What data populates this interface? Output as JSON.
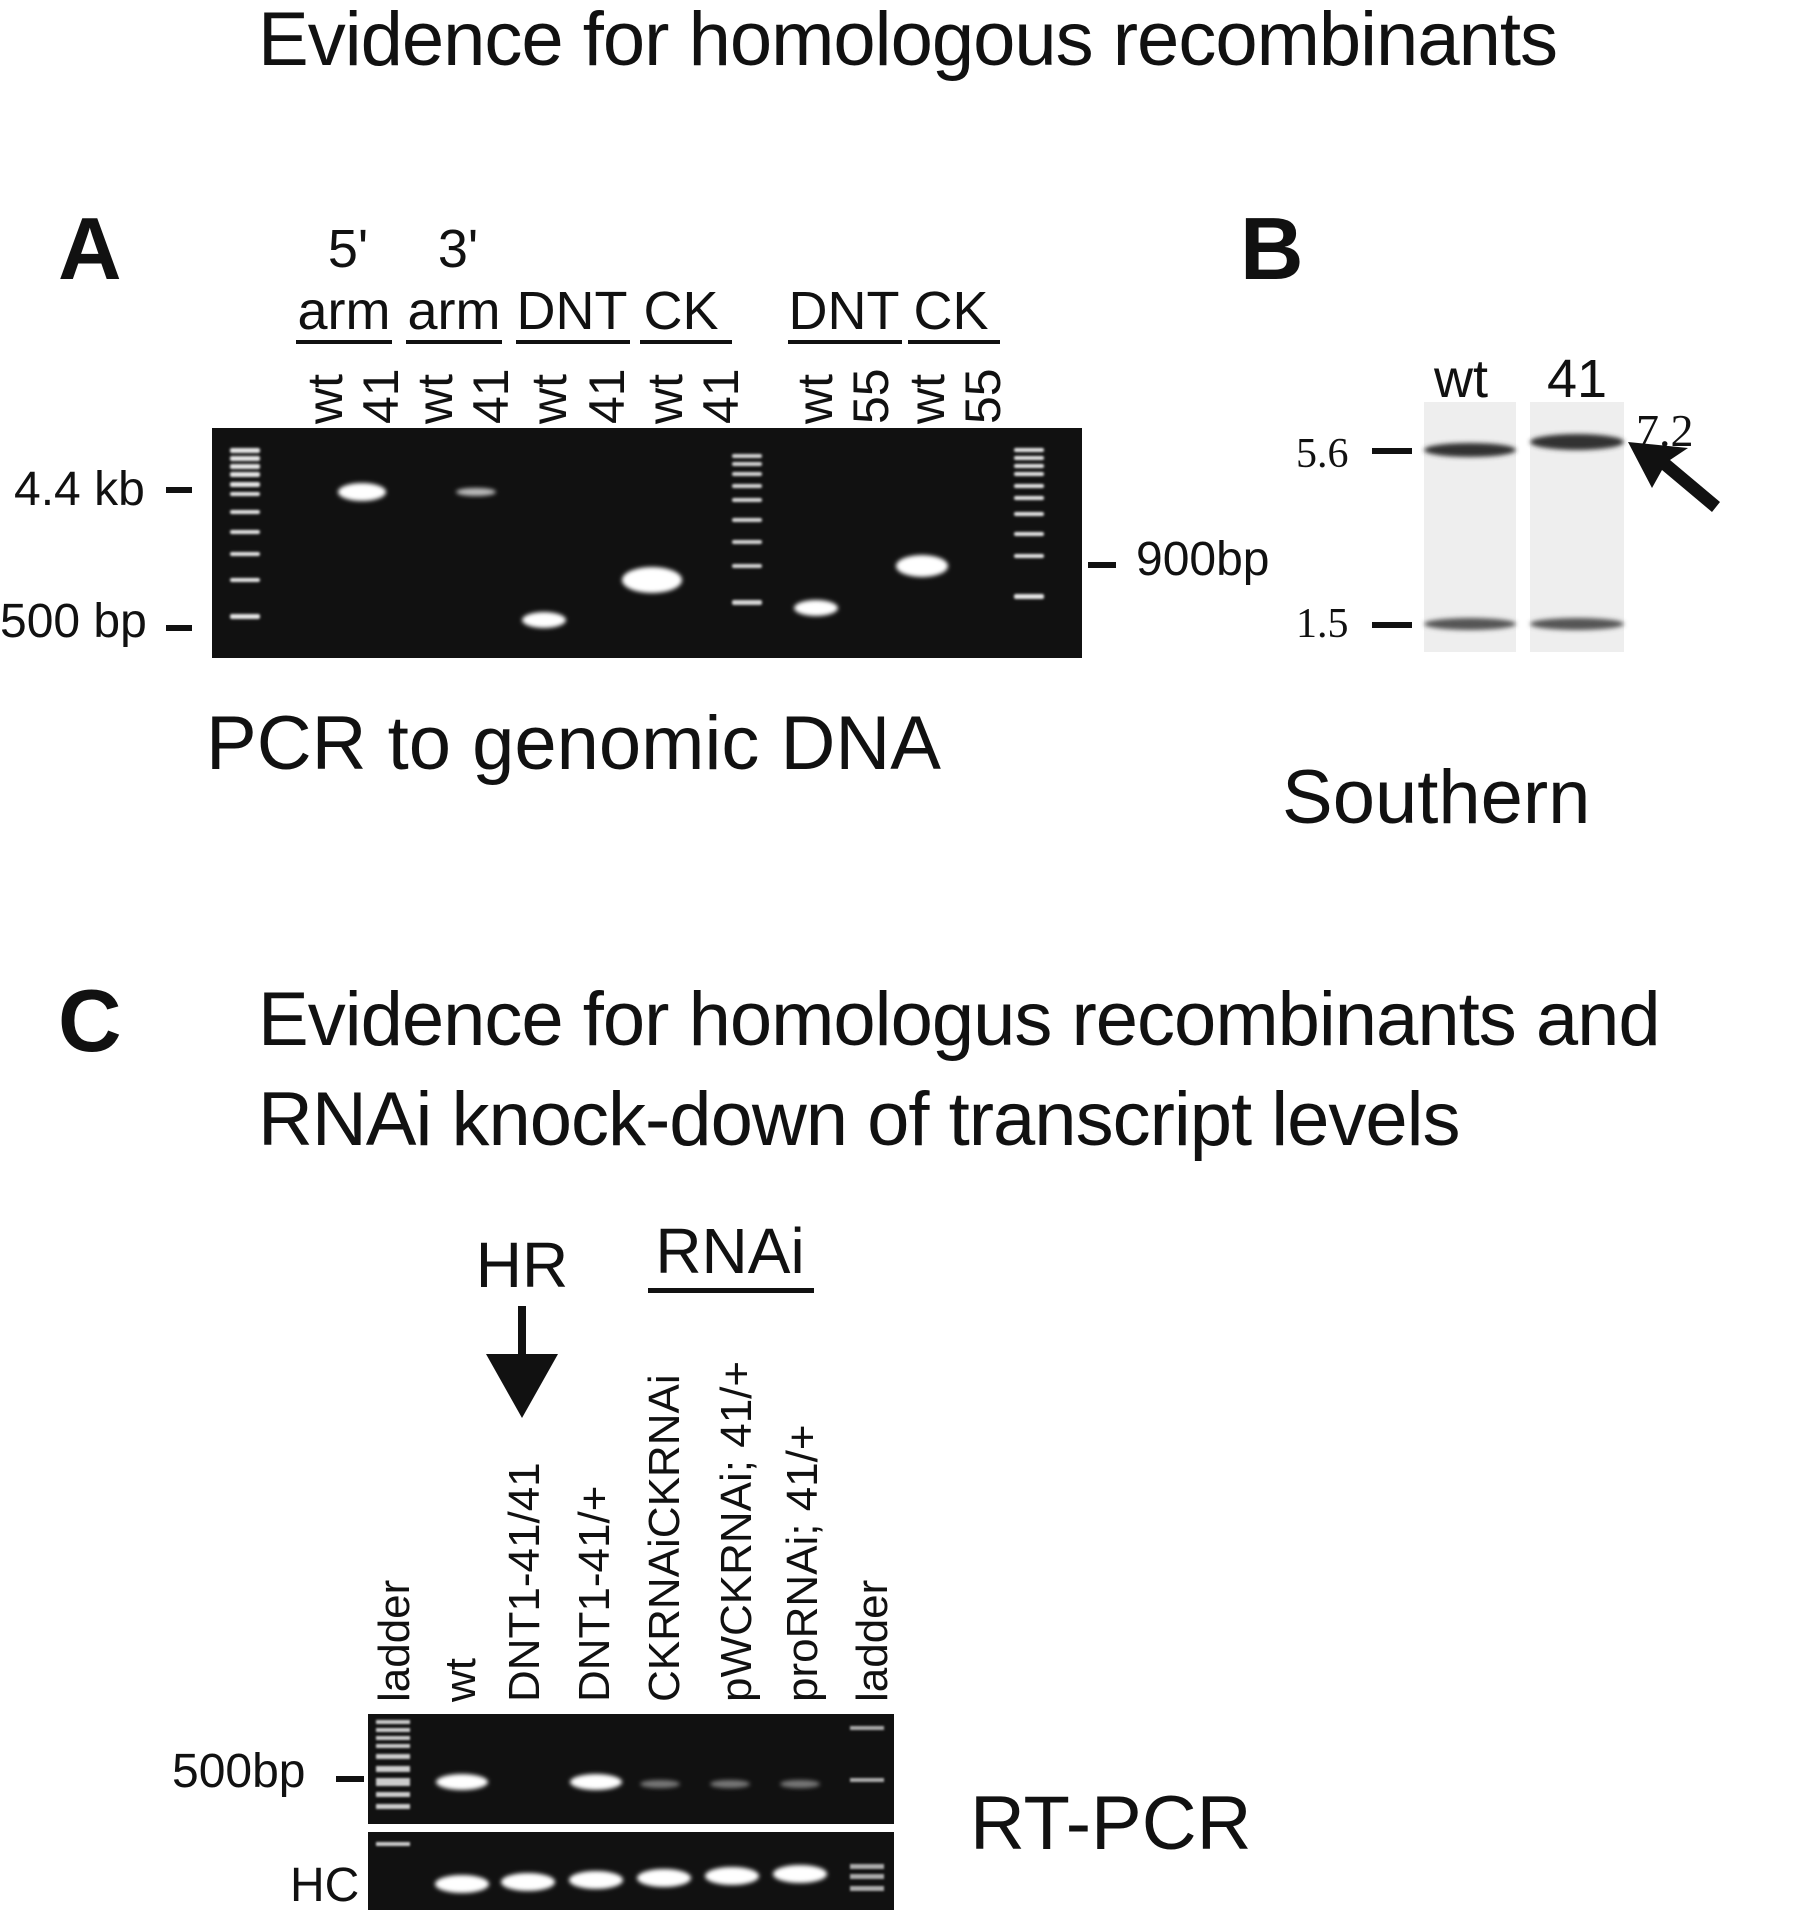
{
  "title": "Evidence for homologous recombinants",
  "panel_a": {
    "letter": "A",
    "groups": [
      {
        "label_top": "5'",
        "label": "arm",
        "lanes": [
          "wt",
          "41"
        ]
      },
      {
        "label_top": "3'",
        "label": "arm",
        "lanes": [
          "wt",
          "41"
        ]
      },
      {
        "label_top": "",
        "label": "DNT",
        "lanes": [
          "wt",
          "41"
        ]
      },
      {
        "label_top": "",
        "label": "CK",
        "lanes": [
          "wt",
          "41"
        ]
      },
      {
        "label_top": "",
        "label": "DNT",
        "lanes": [
          "wt",
          "55"
        ]
      },
      {
        "label_top": "",
        "label": "CK",
        "lanes": [
          "wt",
          "55"
        ]
      }
    ],
    "markers": {
      "m1": "4.4 kb",
      "m2": "500 bp",
      "m3": "900bp"
    },
    "caption": "PCR to genomic DNA"
  },
  "panel_b": {
    "letter": "B",
    "lanes": [
      "wt",
      "41"
    ],
    "markers": {
      "m1": "5.6",
      "m2": "1.5"
    },
    "band_label": "7.2",
    "caption": "Southern"
  },
  "panel_c": {
    "letter": "C",
    "title_line1": "Evidence for homologus recombinants and",
    "title_line2": "RNAi knock-down of transcript levels",
    "hr_label": "HR",
    "rnai_label": "RNAi",
    "lanes": [
      "ladder",
      "wt",
      "DNT1-41/41",
      "DNT1-41/+",
      "CKRNAiCKRNAi",
      "pWCKRNAi; 41/+",
      "proRNAi; 41/+",
      "ladder"
    ],
    "marker": "500bp",
    "hc_label": "HC",
    "caption": "RT-PCR"
  },
  "colors": {
    "gel_bg": "#111111",
    "band": "#ffffff",
    "blot_bg": "#eeeeee",
    "blot_band": "#333333"
  }
}
